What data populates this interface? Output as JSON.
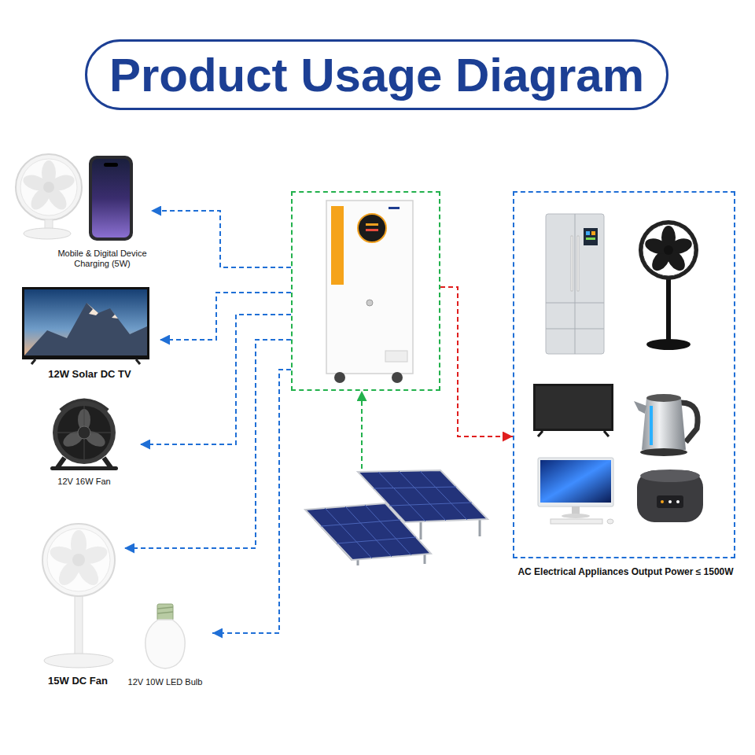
{
  "diagram": {
    "title": "Product Usage Diagram",
    "nodes": [
      {
        "text": [
          "Mobile & Digital Device Charging (5W)"
        ]
      },
      {
        "text": [
          "12W Solar DC TV"
        ]
      },
      {
        "text": [
          "12V 16W Fan"
        ]
      },
      {
        "text": [
          "15W DC Fan"
        ]
      },
      {
        "text": [
          "12V 10W LED Bulb"
        ]
      },
      {
        "text": []
      },
      {
        "text": []
      },
      {
        "text": [
          "AC Electrical Appliances Output Power ≤ 1500W"
        ]
      }
    ],
    "edges": [
      {
        "from": 5,
        "to": 0,
        "arrow": "to"
      },
      {
        "from": 5,
        "to": 1,
        "arrow": "to"
      },
      {
        "from": 5,
        "to": 2,
        "arrow": "to"
      },
      {
        "from": 5,
        "to": 3,
        "arrow": "to"
      },
      {
        "from": 5,
        "to": 4,
        "arrow": "to"
      },
      {
        "from": 6,
        "to": 5,
        "arrow": "to"
      },
      {
        "from": 5,
        "to": 7,
        "arrow": "to"
      }
    ]
  }
}
